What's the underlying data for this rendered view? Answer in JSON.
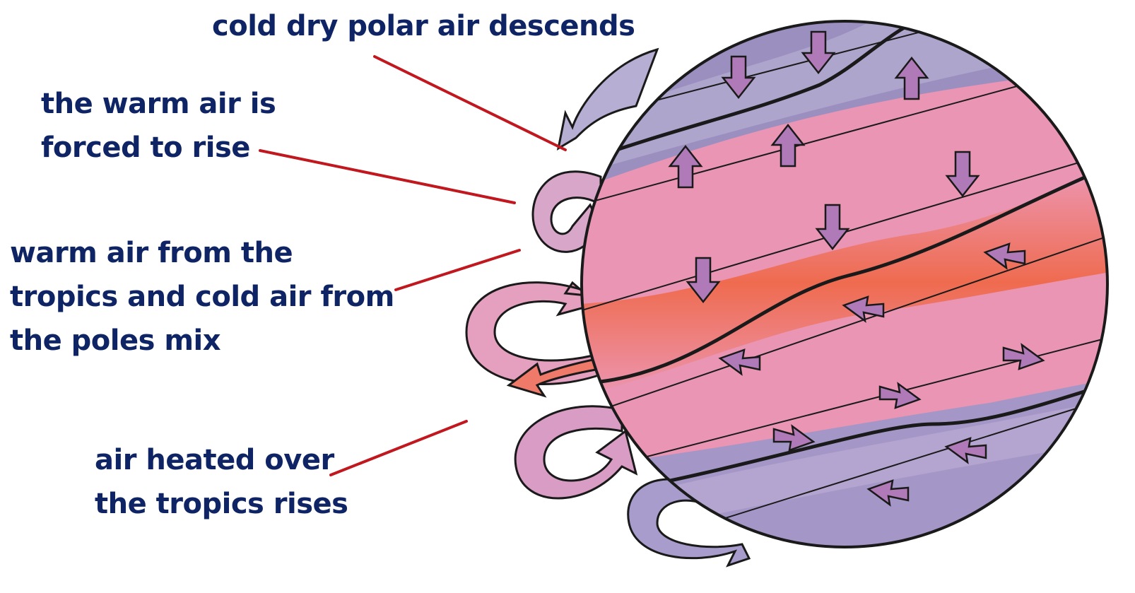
{
  "labels": {
    "descends": {
      "lines": [
        "cold dry polar air descends"
      ]
    },
    "forced": {
      "lines": [
        "the warm air is",
        "forced to rise"
      ]
    },
    "mix": {
      "lines": [
        "warm air from the",
        "tropics and cold air from",
        "the poles mix"
      ]
    },
    "heated": {
      "lines": [
        "air heated over",
        "the tropics rises"
      ]
    }
  },
  "colors": {
    "text": "#0e2464",
    "leader": "#c0181e",
    "outline": "#1a1a1a",
    "polar": "#9b8fc0",
    "polar_light": "#b7aed3",
    "mid": "#e69bb4",
    "tropical": "#ee5a3e",
    "arrow_fill": "#b07ab8"
  }
}
